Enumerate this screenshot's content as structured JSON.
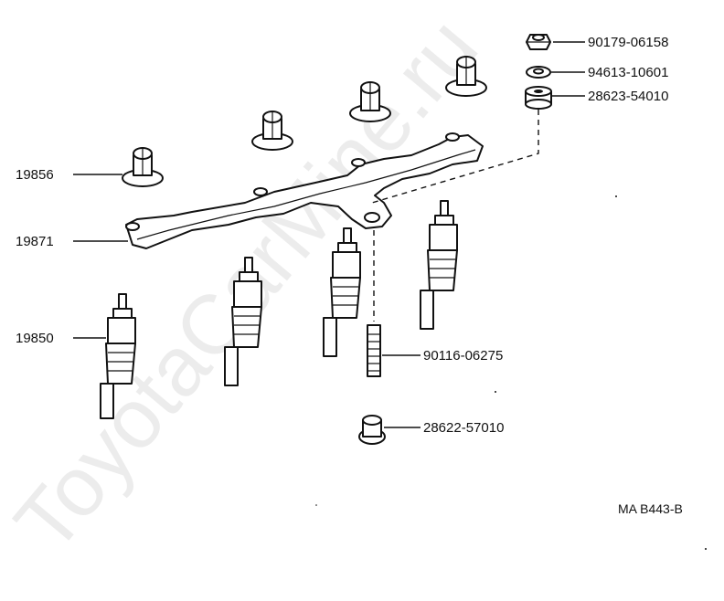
{
  "parts": [
    {
      "number": "90179-06158",
      "icon": "nut-icon"
    },
    {
      "number": "94613-10601",
      "icon": "washer-icon"
    },
    {
      "number": "28623-54010",
      "icon": "collar-icon"
    },
    {
      "number": "19856",
      "icon": "insulator-icon"
    },
    {
      "number": "19871",
      "icon": "connector-bar-icon"
    },
    {
      "number": "19850",
      "icon": "glow-plug-icon"
    },
    {
      "number": "90116-06275",
      "icon": "stud-bolt-icon"
    },
    {
      "number": "28622-57010",
      "icon": "nut-collar-icon"
    }
  ],
  "reference": "MA B443-B",
  "watermark": "ToyotaCarMine.ru"
}
